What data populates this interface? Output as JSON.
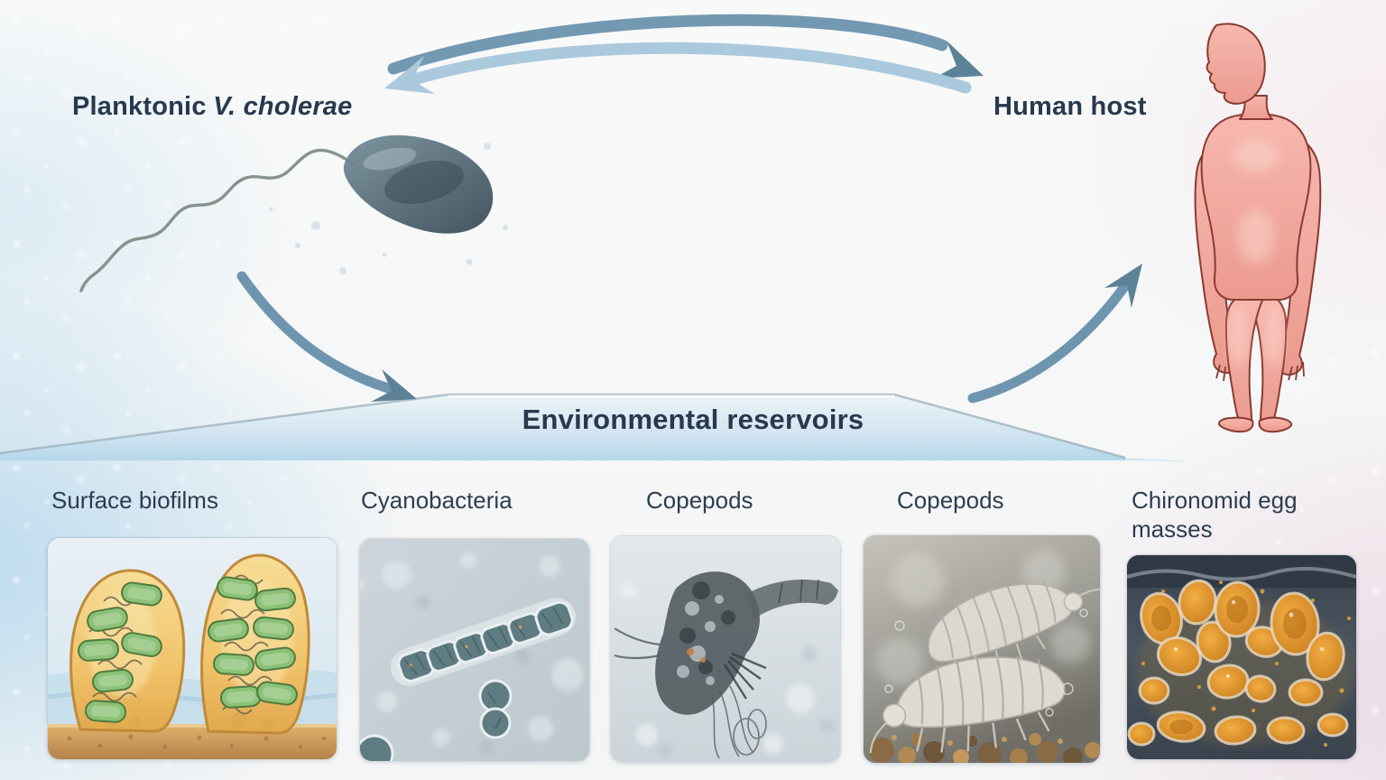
{
  "diagram": {
    "planktonic_prefix": "Planktonic",
    "planktonic_species": "V. cholerae",
    "human_host": "Human host",
    "reservoir_banner": "Environmental reservoirs"
  },
  "panels": [
    {
      "label": "Surface biofilms"
    },
    {
      "label": "Cyanobacteria"
    },
    {
      "label": "Copepods"
    },
    {
      "label": "Copepods"
    },
    {
      "label": "Chironomid egg masses"
    }
  ],
  "colors": {
    "label_text": "#28394e",
    "arrow_blue": "#6f95ae",
    "arrow_light_blue": "#abc9dd",
    "banner_fill": "#c3ddec",
    "human_figure_pink": "#f2a89d",
    "bacterium_slate": "#4c5f6a",
    "biofilm_matrix_amber": "#f0c36a",
    "biofilm_cell_green": "#8cc178",
    "substrate_brown": "#c9975c",
    "egg_mass_orange": "#dd8f2e"
  }
}
